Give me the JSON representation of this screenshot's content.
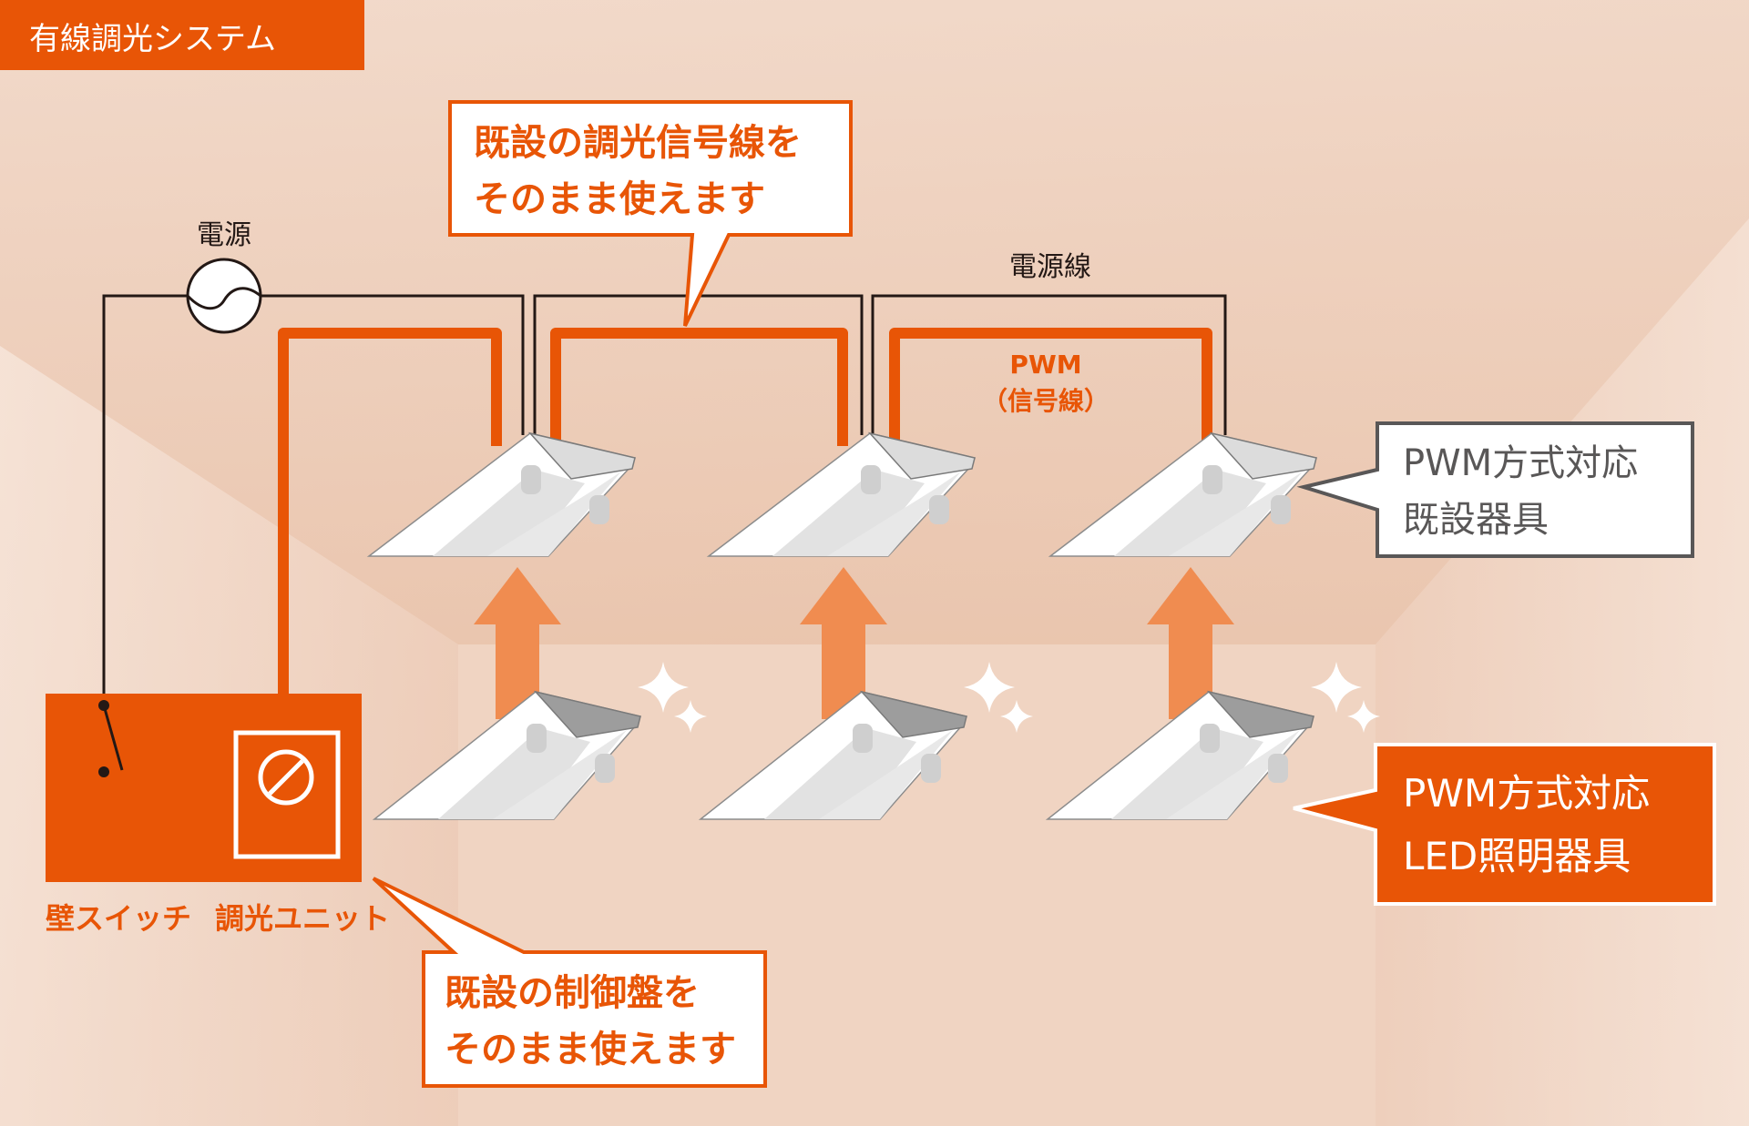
{
  "title": "有線調光システム",
  "labels": {
    "power_source": "電源",
    "power_line": "電源線",
    "pwm_signal_line1": "PWM",
    "pwm_signal_line2": "（信号線）",
    "wall_switch": "壁スイッチ",
    "dimmer_unit": "調光ユニット"
  },
  "callouts": {
    "signal_line": {
      "line1": "既設の調光信号線を",
      "line2": "そのまま使えます"
    },
    "control_panel": {
      "line1": "既設の制御盤を",
      "line2": "そのまま使えます"
    },
    "existing_fixture": {
      "line1": "PWM方式対応",
      "line2": "既設器具"
    },
    "led_fixture": {
      "line1": "PWM方式対応",
      "line2": "LED照明器具"
    }
  },
  "fixture_count": 3,
  "colors": {
    "brand_orange": "#e85506",
    "arrow_orange": "#f08c50",
    "wire_black": "#231815",
    "callout_gray": "#595757",
    "background": "#f0d5c3"
  },
  "icons": {
    "power_source": "ac-source-icon",
    "dimmer": "dimmer-knob-icon",
    "switch": "switch-icon",
    "sparkle": "sparkle-icon",
    "arrow": "arrow-up-icon"
  }
}
